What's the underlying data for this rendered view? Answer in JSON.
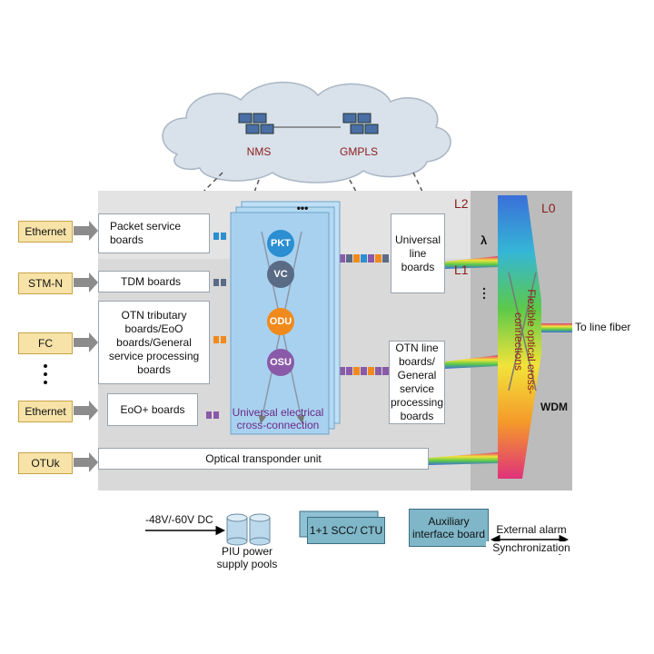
{
  "cloud": {
    "nms_label": "NMS",
    "gmpls_label": "GMPLS"
  },
  "layers": {
    "l2": "L2",
    "l1": "L1",
    "l0": "L0"
  },
  "inputs": [
    "Ethernet",
    "STM-N",
    "FC",
    "Ethernet",
    "OTUk"
  ],
  "boards": {
    "packet": "Packet service boards",
    "tdm": "TDM boards",
    "otn_tributary": "OTN tributary boards/EoO boards/General service processing boards",
    "eoo_plus": "EoO+ boards",
    "universal_line": "Universal line boards",
    "otn_line": "OTN line boards/ General service processing boards",
    "transponder": "Optical transponder unit"
  },
  "cross_connect": {
    "nodes": [
      "PKT",
      "VC",
      "ODU",
      "OSU"
    ],
    "label": "Universal electrical cross-connection",
    "dots": "•••"
  },
  "optical": {
    "lambda": "λ",
    "flex_label": "Flexible optical cross-connections",
    "wdm": "WDM",
    "to_line_fiber": "To line fiber"
  },
  "bottom": {
    "power_input": "-48V/-60V DC",
    "piu": "PIU power supply pools",
    "scc": "1+1 SCC/ CTU",
    "aux": "Auxiliary interface board",
    "external_alarm": "External alarm",
    "synchronization": "Synchronization"
  },
  "colors": {
    "chassis": "#d9d9d9",
    "l0_panel": "#bcbcbc",
    "xc_fill": "#a8d1f0",
    "input_fill": "#f7e3a8",
    "node_blue": "#2b8fd1",
    "node_gray": "#5a6b86",
    "node_orange": "#f08a1c",
    "node_purple": "#8a5aa8"
  }
}
